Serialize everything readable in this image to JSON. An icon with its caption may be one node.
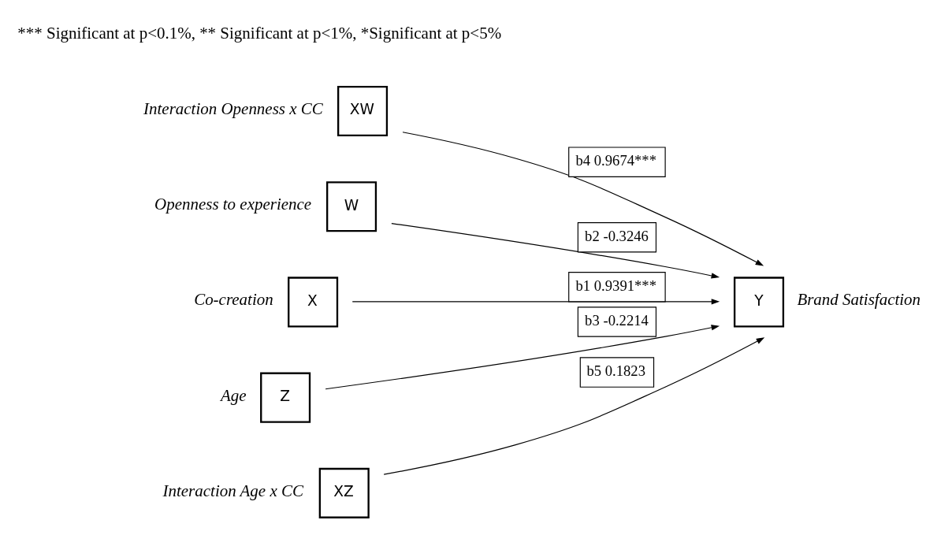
{
  "diagram": {
    "nodes": [
      {
        "text": [
          "XW"
        ],
        "beside": [
          "Interaction Openness x CC"
        ]
      },
      {
        "text": [
          "W"
        ],
        "beside": [
          "Openness to experience"
        ]
      },
      {
        "text": [
          "X"
        ],
        "beside": [
          "Co-creation"
        ]
      },
      {
        "text": [
          "Z"
        ],
        "beside": [
          "Age"
        ]
      },
      {
        "text": [
          "XZ"
        ],
        "beside": [
          "Interaction Age x CC"
        ]
      },
      {
        "text": [
          "Y"
        ],
        "beside": [
          "Brand Satisfaction"
        ]
      }
    ],
    "edges": [
      {
        "from": 0,
        "to": 5,
        "arrow": "to",
        "label": "b4 0.9674***"
      },
      {
        "from": 1,
        "to": 5,
        "arrow": "to",
        "label": "b2 -0.3246"
      },
      {
        "from": 2,
        "to": 5,
        "arrow": "to",
        "label": "b1 0.9391***"
      },
      {
        "from": 3,
        "to": 5,
        "arrow": "to",
        "label": "b3 -0.2214"
      },
      {
        "from": 4,
        "to": 5,
        "arrow": "to",
        "label": "b5 0.1823"
      }
    ],
    "labels": [
      "*** Significant at p<0.1%, ** Significant at p<1%, *Significant at p<5%"
    ]
  }
}
